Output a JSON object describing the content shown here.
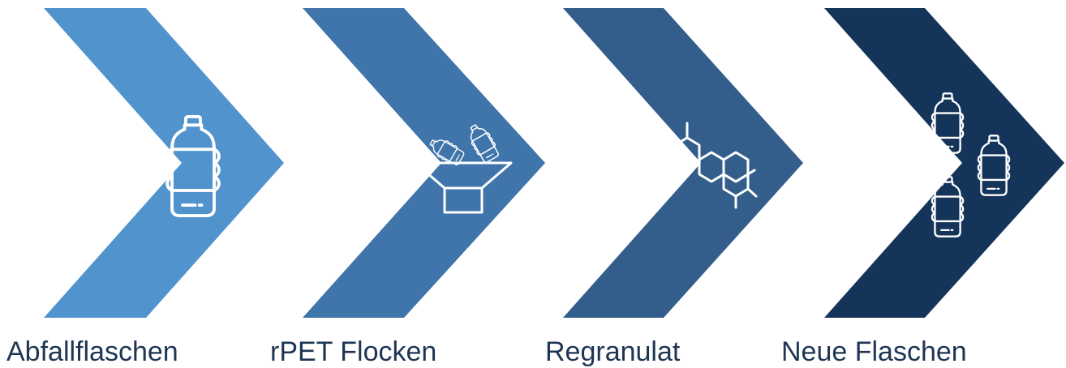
{
  "steps": [
    {
      "label": "Abfallflaschen",
      "color": "#5093cd",
      "icon": "plastic-bottle-icon"
    },
    {
      "label": "rPET Flocken",
      "color": "#4075ab",
      "icon": "funnel-bottles-icon"
    },
    {
      "label": "Regranulat",
      "color": "#335e8c",
      "icon": "molecule-icon"
    },
    {
      "label": "Neue Flaschen",
      "color": "#143459",
      "icon": "multiple-bottles-icon"
    }
  ]
}
